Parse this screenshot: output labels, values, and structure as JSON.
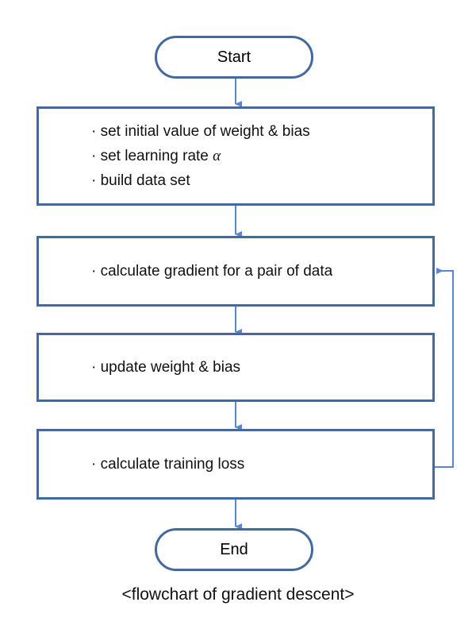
{
  "diagram": {
    "caption": "<flowchart of gradient descent>",
    "colors": {
      "node_border": "#43699E",
      "connector": "#5B84D1",
      "text": "#111111",
      "background": "#FFFFFF"
    },
    "nodes": {
      "start": {
        "label": "Start",
        "type": "terminal"
      },
      "init": {
        "type": "process",
        "lines": [
          "· set initial value of weight & bias",
          "· set learning rate ",
          "· build data set"
        ],
        "alpha_symbol": "α"
      },
      "gradient": {
        "type": "process",
        "lines": [
          "· calculate gradient for a pair of data"
        ]
      },
      "update": {
        "type": "process",
        "lines": [
          "· update weight & bias"
        ]
      },
      "loss": {
        "type": "process",
        "lines": [
          "· calculate training loss"
        ]
      },
      "end": {
        "label": "End",
        "type": "terminal"
      }
    },
    "edges": [
      {
        "name": "start-to-init",
        "from": "start",
        "to": "init",
        "kind": "straight-down"
      },
      {
        "name": "init-to-gradient",
        "from": "init",
        "to": "gradient",
        "kind": "straight-down"
      },
      {
        "name": "gradient-to-update",
        "from": "gradient",
        "to": "update",
        "kind": "straight-down"
      },
      {
        "name": "update-to-loss",
        "from": "update",
        "to": "loss",
        "kind": "straight-down"
      },
      {
        "name": "loss-to-end",
        "from": "loss",
        "to": "end",
        "kind": "straight-down"
      },
      {
        "name": "loss-feedback-to-gradient",
        "from": "loss",
        "to": "gradient",
        "kind": "loop-right"
      }
    ]
  }
}
